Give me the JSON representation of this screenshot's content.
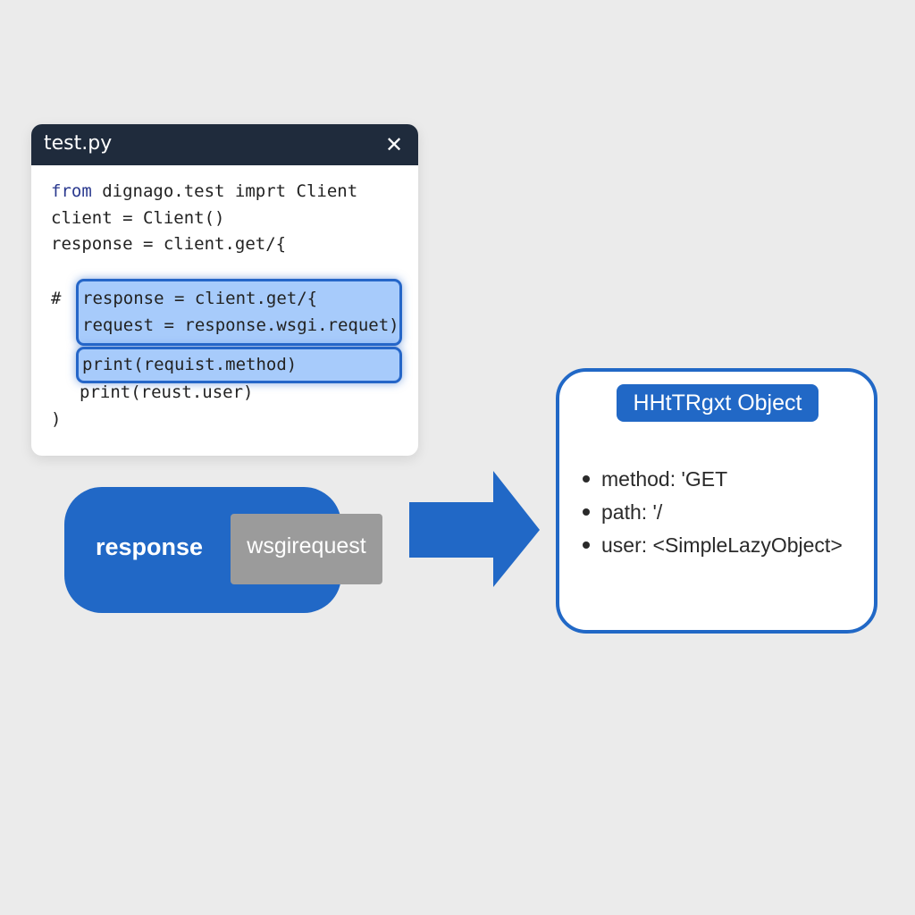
{
  "window": {
    "title": "test.py",
    "close_glyph": "✕"
  },
  "code": {
    "line1_kw": "from",
    "line1_rest": " dignago.test imprt Client",
    "line2": "client = Client()",
    "line3": "response = client.get/{",
    "comment": "#",
    "hl1_line1": "response = client.get/{",
    "hl1_line2": "request = response.wsgi.requet)",
    "hl2_line": "print(requist.method)",
    "line_after": "print(reust.user)",
    "closing": ")"
  },
  "flow": {
    "response_label": "response",
    "wsgi_label": "wsgirequest"
  },
  "object": {
    "title": "HHtTRgxt Object",
    "attributes": [
      "method: 'GET",
      "path: '/",
      "user: <SimpleLazyObject>"
    ]
  },
  "colors": {
    "accent": "#2168c6",
    "titlebar": "#1f2b3c",
    "highlight": "#a7cbfb",
    "background": "#ebebeb",
    "gray_box": "#9b9b9b"
  }
}
